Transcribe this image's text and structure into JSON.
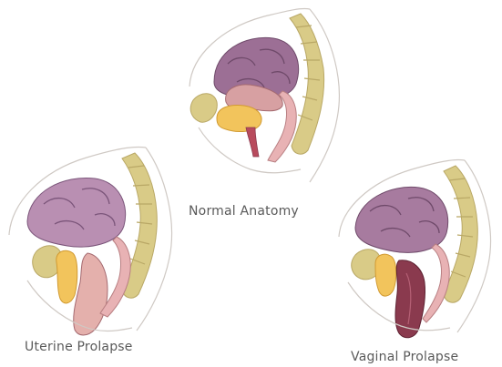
{
  "captions": {
    "normal": "Normal Anatomy",
    "uterine": "Uterine Prolapse",
    "vaginal": "Vaginal Prolapse"
  },
  "colors": {
    "background": "#ffffff",
    "bone": "#d7c985",
    "bone_dark": "#b9a866",
    "intestine": "#9a6f93",
    "intestine_dark": "#6f4a6a",
    "uterus": "#c98a8e",
    "rectum": "#e3aeb0",
    "bladder_fat": "#f4c45a",
    "vagina": "#8a3a4e",
    "skin_outline": "#c9c4c0",
    "caption_text": "#5a5a5a"
  }
}
